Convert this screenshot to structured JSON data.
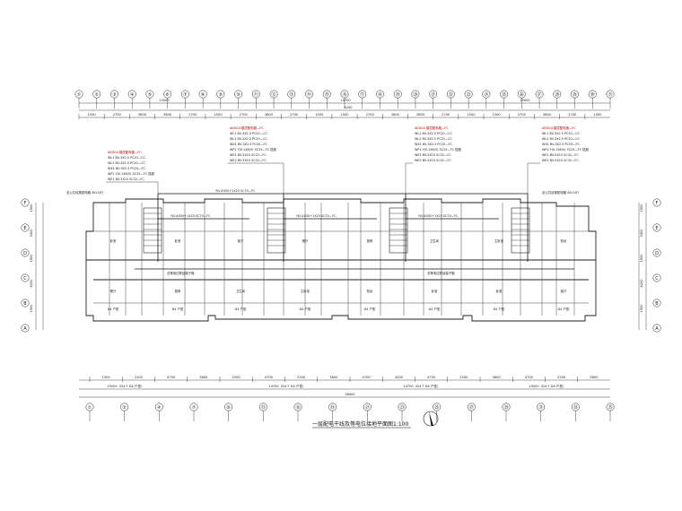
{
  "drawing": {
    "title": "一层配电干线及等电位接地平面图1:100"
  },
  "axes": {
    "top": [
      "①",
      "②",
      "③",
      "④",
      "⑤",
      "⑥",
      "⑦",
      "⑧",
      "⑨",
      "⑩",
      "⑪",
      "⑫",
      "⑬",
      "⑭",
      "⑮",
      "⑯",
      "⑰",
      "⑱",
      "⑲",
      "⑳",
      "㉑",
      "㉒",
      "㉓",
      "㉔",
      "㉕",
      "㉖",
      "㉗",
      "㉘",
      "㉙",
      "㉚",
      "㉛"
    ],
    "bottom": [
      "①",
      "②",
      "④",
      "⑦",
      "⑩",
      "⑬",
      "⑯",
      "⑲",
      "㉑",
      "㉓",
      "㉕",
      "㉗",
      "㉙",
      "㉛",
      "㉝",
      "㉟"
    ],
    "left": [
      "F",
      "E",
      "D",
      "C",
      "B",
      "A"
    ],
    "right": [
      "F",
      "E",
      "D",
      "C",
      "B",
      "A"
    ]
  },
  "dimensions": {
    "top_totals": [
      "15000",
      "14700",
      "15000"
    ],
    "top_small": [
      "4200"
    ],
    "top_spans": [
      "1500",
      "2700",
      "3600",
      "3600",
      "2700",
      "1500",
      "2700",
      "3600",
      "2700",
      "1500",
      "1500",
      "2700",
      "3600",
      "3600",
      "2700",
      "1500",
      "1500",
      "2700",
      "3600",
      "2700",
      "1500"
    ],
    "bottom_spans": [
      "1500",
      "2200",
      "4700",
      "3600",
      "2200",
      "4700",
      "2200",
      "3600",
      "4700",
      "4200",
      "4700",
      "2200",
      "3600",
      "4700",
      "2200",
      "3600"
    ],
    "bottom_totals": [
      "15000（D4 F D4 户型）",
      "14700（D4 F D4 户型）",
      "14700（D4 F D4 户型）",
      "15000（D4 F D4 户型）"
    ],
    "bottom_total_span": [
      "38400"
    ],
    "side": [
      "1500",
      "3400",
      "1500",
      "4200",
      "1900"
    ]
  },
  "annotations": {
    "panel_labels": [
      "AEDG4 楼层配电箱—FC",
      "AEDG4 楼层配电箱—FC",
      "AEDG4 楼层配电箱—FC",
      "AEDG4 楼层配电箱—FC"
    ],
    "circuit_notes": [
      "WL1 BV-3X2.5 PC20—CC",
      "WL2 BV-3X2.5 PC20—CC",
      "WX1 BV-3X2.5 PC20—FC",
      "WP1 YJV-1X6(5) SC25—FC 插座",
      "WE1 BV-5X10 SC32—FC",
      "WE2 BV-5X10 SC32—FC"
    ],
    "main_cable": "YJV-4X50+1X25 SC70—FC",
    "risers": [
      "YJV-4X50+1X25 SC70—FC",
      "YJV-4X50+1X25 SC70—FC",
      "YJV-4X50+1X25 SC70—FC"
    ],
    "side_left_note": "至公共设施配电箱 AEL3(F)",
    "side_right_note": "至公共设施配电箱 AEL3(F)",
    "equipotential": "总等电位联结端子箱",
    "units": [
      "D4 户型",
      "D4 户型",
      "D4 户型",
      "D4 户型",
      "D4 户型",
      "D4 户型",
      "D4 户型",
      "D4 户型"
    ],
    "rooms": [
      "卧室",
      "卧室",
      "客厅",
      "餐厅",
      "厨房",
      "卫生间",
      "主卧室",
      "阳台"
    ]
  }
}
